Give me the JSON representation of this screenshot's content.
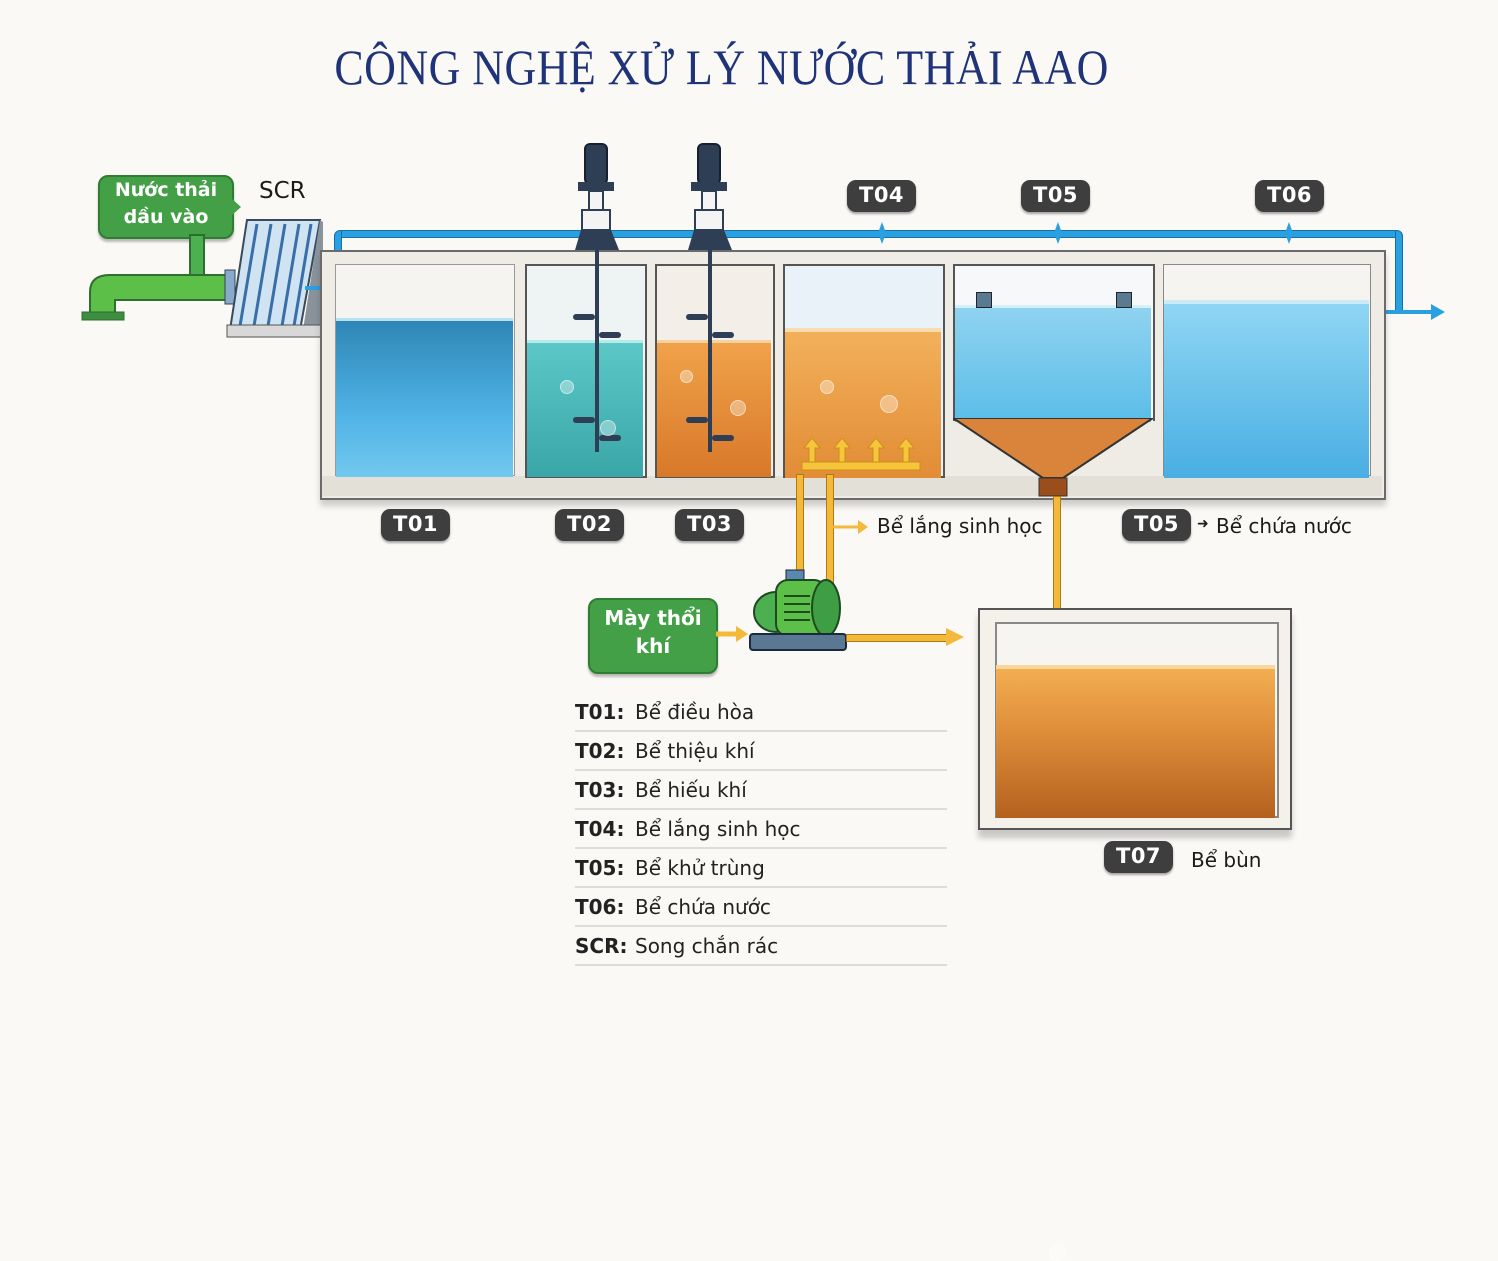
{
  "title": "CÔNG NGHỆ XỬ LÝ NƯỚC THẢI AAO",
  "inlet": {
    "label_line1": "Nước thải",
    "label_line2": "dầu vào",
    "screen_label": "SCR"
  },
  "top_tags": [
    "T04",
    "T05",
    "T06"
  ],
  "bottom_tags": {
    "t01": "T01",
    "t02": "T02",
    "t03": "T03",
    "settling_label": "Bể lắng sinh học",
    "t05": "T05",
    "t05_label": "Bể chứa nước"
  },
  "blower": {
    "label_line1": "Mày thổi",
    "label_line2": "khí"
  },
  "sludge": {
    "tag": "T07",
    "label": "Bể bùn"
  },
  "legend": [
    {
      "code": "T01:",
      "name": "Bể điều hòa"
    },
    {
      "code": "T02:",
      "name": "Bể thiệu khí"
    },
    {
      "code": "T03:",
      "name": "Bể hiếu khí"
    },
    {
      "code": "T04:",
      "name": "Bể lắng sinh học"
    },
    {
      "code": "T05:",
      "name": "Bể khử trùng"
    },
    {
      "code": "T06:",
      "name": "Bể chứa nước"
    },
    {
      "code": "SCR:",
      "name": "Song chắn rác"
    }
  ],
  "colors": {
    "title": "#1f3378",
    "background": "#fbf9f6",
    "tag_bg": "#3e3e3e",
    "green": "#43a047",
    "water_blue": "#4fb3e6",
    "teal": "#4bb8b8",
    "orange": "#e9963e",
    "pipe_blue": "#2aa0e0",
    "air_yellow": "#f4b93a"
  }
}
